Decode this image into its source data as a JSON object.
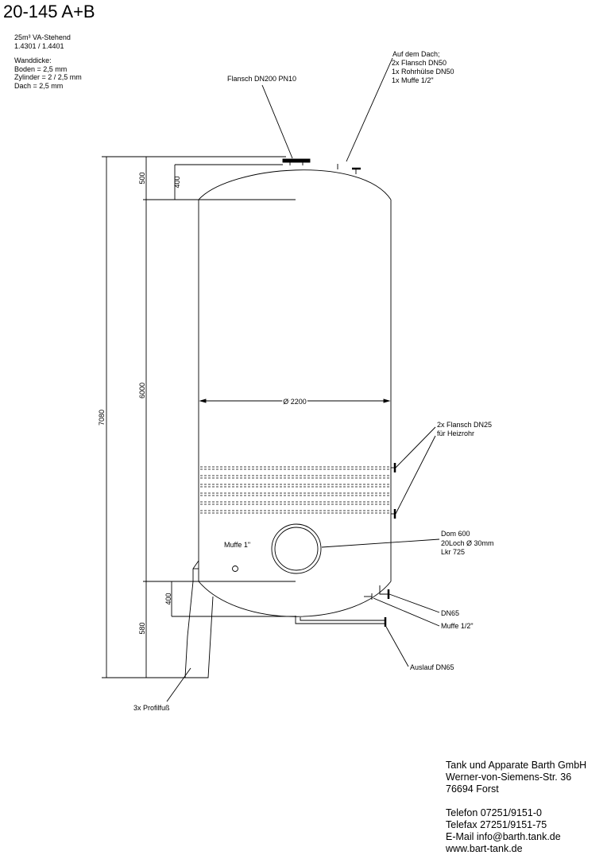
{
  "title": "20-145 A+B",
  "spec": {
    "model": "25m³ VA-Stehend",
    "material": "1.4301 / 1.4401",
    "wall_heading": "Wanddicke:",
    "wall_bottom": "Boden = 2,5 mm",
    "wall_cylinder": "Zylinder = 2 / 2,5 mm",
    "wall_roof": "Dach = 2,5 mm"
  },
  "labels": {
    "flange_top": "Flansch DN200 PN10",
    "roof_heading": "Auf dem Dach;",
    "roof_1": "2x Flansch DN50",
    "roof_2": "1x Rohrhülse DN50",
    "roof_3": "1x Muffe 1/2\"",
    "heating_1": "2x Flansch DN25",
    "heating_2": "für Heizrohr",
    "dome_1": "Dom 600",
    "dome_2": "20Loch Ø 30mm",
    "dome_3": "Lkr 725",
    "muffe_1": "Muffe 1\"",
    "dn65": "DN65",
    "muffe_half": "Muffe 1/2\"",
    "outlet": "Auslauf DN65",
    "feet": "3x Profilfuß"
  },
  "dimensions": {
    "total_height": "7080",
    "roof_height": "500",
    "roof_inner": "400",
    "cylinder_height": "6000",
    "diameter": "Ø 2200",
    "bottom_height": "580",
    "bottom_inner": "400"
  },
  "company": {
    "name": "Tank und Apparate Barth GmbH",
    "street": "Werner-von-Siemens-Str. 36",
    "city": "76694 Forst",
    "phone": "Telefon 07251/9151-0",
    "fax": "Telefax 27251/9151-75",
    "email": "E-Mail info@barth.tank.de",
    "web": "www.bart-tank.de"
  }
}
